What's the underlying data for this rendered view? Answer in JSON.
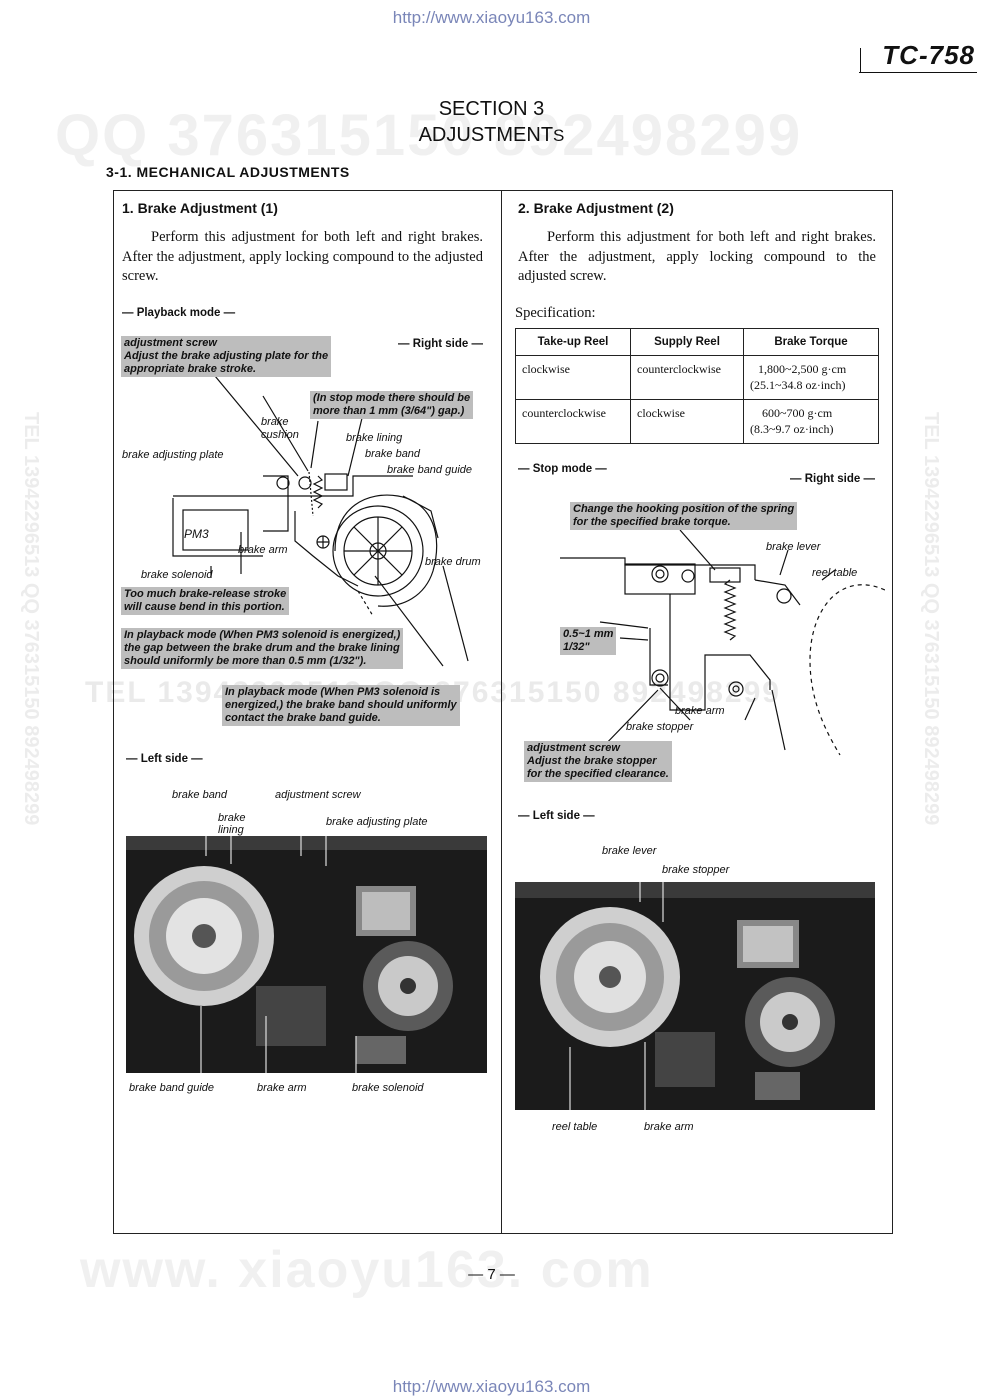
{
  "header": {
    "url_top": "http://www.xiaoyu163.com",
    "url_bottom": "http://www.xiaoyu163.com",
    "model": "TC-758",
    "section": "SECTION 3",
    "title_prefix": "ADJUSTMENT",
    "title_suffix": "S"
  },
  "watermarks": {
    "qq": "QQ 376315150  892498299",
    "tel_mid": "TEL 13942296513   QQ 376315150  892498299",
    "site": "www. xiaoyu163. com",
    "vertical_right": "TEL 13942296513  QQ 376315150  892498299",
    "vertical_left": "TEL 13942296513  QQ 376315150  892498299"
  },
  "heading": "3-1.  MECHANICAL ADJUSTMENTS",
  "left": {
    "title": "1.  Brake Adjustment (1)",
    "para": "Perform this adjustment for both left and right brakes.  After the adjustment, apply locking compound to the adjusted screw.",
    "playback_mode": "— Playback mode —",
    "right_side": "— Right side —",
    "left_side": "— Left side —",
    "note_screw_1": "adjustment screw",
    "note_screw_2": "Adjust the brake adjusting plate for the",
    "note_screw_3": "appropriate brake stroke.",
    "note_stop_1": "(In stop mode there should be",
    "note_stop_2": "more than 1 mm (3/64\") gap.)",
    "note_release_1": "Too much brake-release stroke",
    "note_release_2": "will cause bend in this portion.",
    "note_gap_1": "In playback mode (When PM3 solenoid is energized,)",
    "note_gap_2": "the gap between the brake drum and the brake lining",
    "note_gap_3": "should uniformly be more than 0.5 mm (1/32\").",
    "note_contact_1": "In playback mode (When PM3 solenoid is",
    "note_contact_2": "energized,) the brake band should uniformly",
    "note_contact_3": "contact the brake band guide.",
    "labels": {
      "brake_cushion_1": "brake",
      "brake_cushion_2": "cushion",
      "brake_lining": "brake lining",
      "brake_adjusting_plate": "brake adjusting plate",
      "brake_band": "brake band",
      "brake_band_guide": "brake band guide",
      "pm3": "PM3",
      "brake_arm": "brake arm",
      "brake_drum": "brake drum",
      "brake_solenoid": "brake solenoid"
    },
    "photo_labels": {
      "brake_band": "brake band",
      "adjustment_screw": "adjustment screw",
      "brake_lining_1": "brake",
      "brake_lining_2": "lining",
      "brake_adjusting_plate": "brake adjusting plate",
      "brake_band_guide": "brake band guide",
      "brake_arm": "brake arm",
      "brake_solenoid": "brake solenoid"
    }
  },
  "right": {
    "title": "2.  Brake Adjustment (2)",
    "para": "Perform this adjustment for both left and right brakes.  After the adjustment, apply locking compound to the adjusted screw.",
    "spec_label": "Specification:",
    "table": {
      "headers": [
        "Take-up Reel",
        "Supply Reel",
        "Brake Torque"
      ],
      "rows": [
        [
          "clockwise",
          "counterclockwise",
          "1,800~2,500 g·cm",
          "(25.1~34.8 oz·inch)"
        ],
        [
          "counterclockwise",
          "clockwise",
          "600~700 g·cm",
          "(8.3~9.7 oz·inch)"
        ]
      ]
    },
    "stop_mode": "— Stop mode —",
    "right_side": "— Right side —",
    "left_side": "— Left side —",
    "note_spring_1": "Change the hooking position of the spring",
    "note_spring_2": "for the specified brake torque.",
    "note_gap_1": "0.5~1 mm",
    "note_gap_2": "1/32\"",
    "note_stopper_1": "adjustment screw",
    "note_stopper_2": "Adjust the brake stopper",
    "note_stopper_3": "for the specified clearance.",
    "labels": {
      "brake_lever": "brake lever",
      "reel_table": "reel table",
      "brake_arm": "brake arm",
      "brake_stopper": "brake stopper"
    },
    "photo_labels": {
      "brake_lever": "brake lever",
      "brake_stopper": "brake stopper",
      "reel_table": "reel table",
      "brake_arm": "brake arm"
    }
  },
  "page_number": "—  7  —"
}
